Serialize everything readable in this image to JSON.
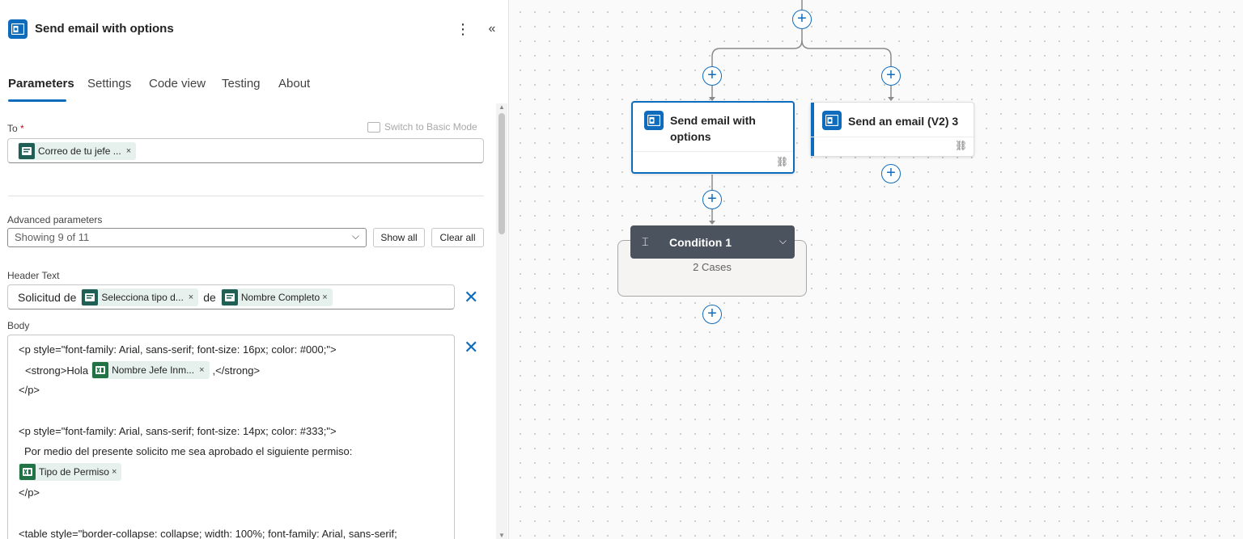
{
  "panel": {
    "title": "Send email with options",
    "more_icon": "more-vertical-icon",
    "collapse_icon": "double-chevron-left-icon",
    "tabs": [
      "Parameters",
      "Settings",
      "Code view",
      "Testing",
      "About"
    ],
    "active_tab": "Parameters"
  },
  "to_field": {
    "label": "To",
    "required_mark": "*",
    "switch_mode": "Switch to Basic Mode",
    "token": "Correo de tu jefe ..."
  },
  "advanced": {
    "label": "Advanced parameters",
    "select_value": "Showing 9 of 11",
    "show_all": "Show all",
    "clear_all": "Clear all"
  },
  "header_text": {
    "label": "Header Text",
    "prefix": "Solicitud de",
    "token1": "Selecciona tipo d...",
    "middle": "de",
    "token2": "Nombre Completo"
  },
  "body": {
    "label": "Body",
    "line1": "<p style=\"font-family: Arial, sans-serif; font-size: 16px; color: #000;\">",
    "line2_pre": "<strong>Hola",
    "line2_token": "Nombre Jefe Inm...",
    "line2_post": ",</strong>",
    "line3": "</p>",
    "line4": "<p style=\"font-family: Arial, sans-serif; font-size: 14px; color: #333;\">",
    "line5": "Por medio del presente solicito me sea aprobado el siguiente permiso:",
    "line6_token": "Tipo de Permiso",
    "line7": "</p>",
    "line8": "<table style=\"border-collapse: collapse; width: 100%; font-family: Arial, sans-serif;"
  },
  "canvas": {
    "card1_title": "Send email with options",
    "card2_title": "Send an email (V2) 3",
    "condition_title": "Condition 1",
    "condition_cases": "2 Cases"
  },
  "colors": {
    "accent": "#0f6cbd",
    "condition_header": "#4b535e",
    "token_bg": "#e6f1ee"
  }
}
